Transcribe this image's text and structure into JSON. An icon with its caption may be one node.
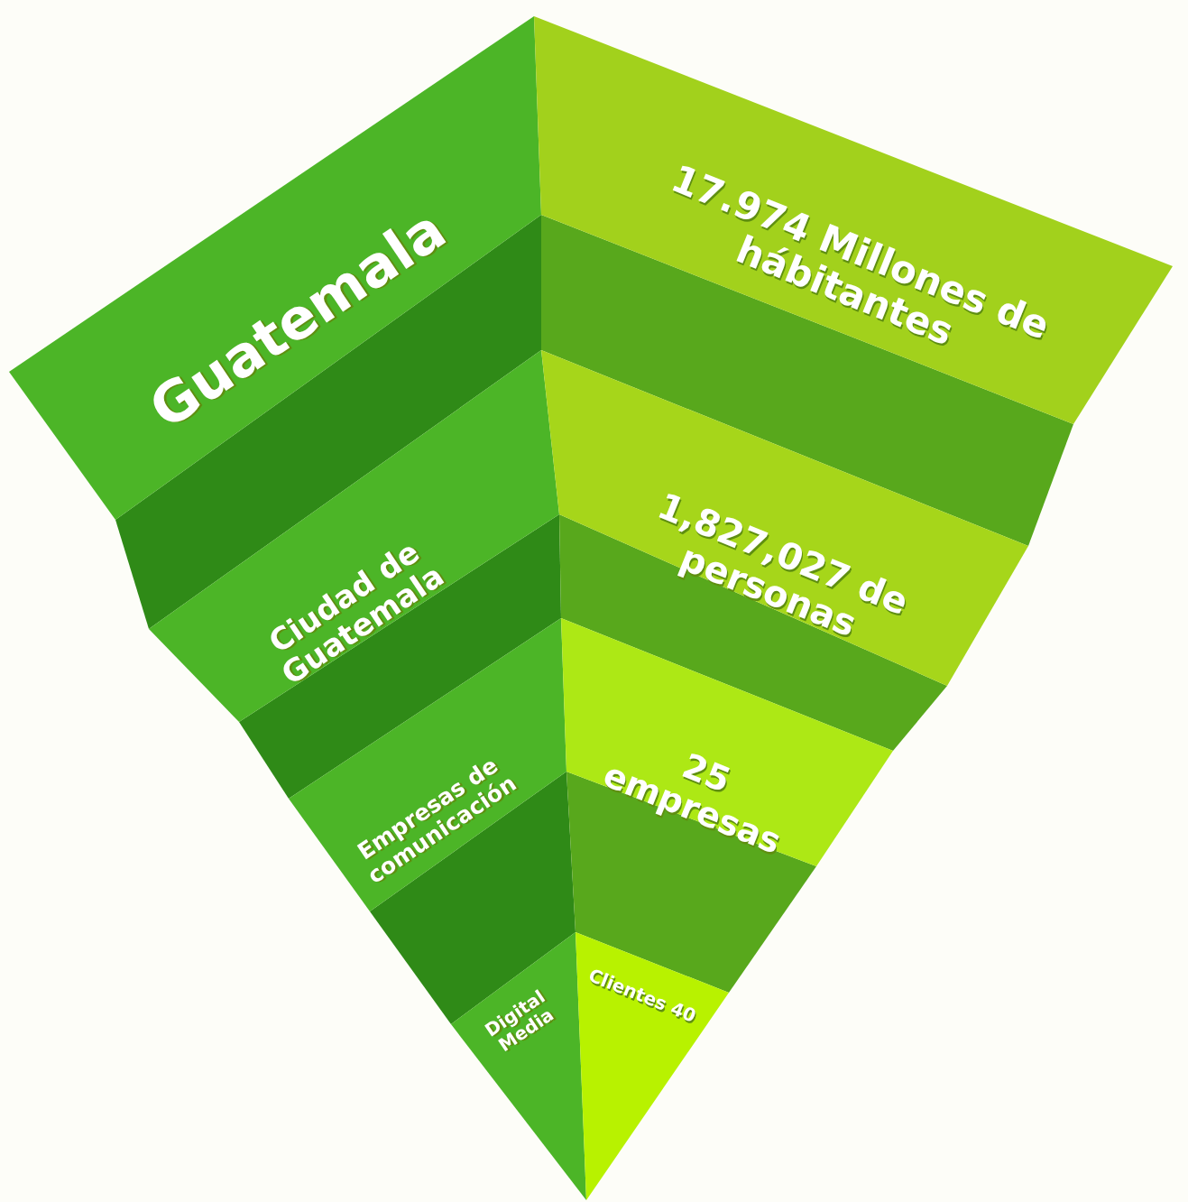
{
  "diagram": {
    "nodes": [
      {
        "text": [
          "Guatemala"
        ]
      },
      {
        "text": [
          "17.974 Millones de hábitantes"
        ]
      },
      {
        "text": [
          "Ciudad de Guatemala"
        ]
      },
      {
        "text": [
          "1,827,027 de personas"
        ]
      },
      {
        "text": [
          "Empresas de comunicación"
        ]
      },
      {
        "text": [
          "25 empresas"
        ]
      },
      {
        "text": [
          "Digital Media"
        ]
      },
      {
        "text": [
          "Clientes 40"
        ]
      }
    ]
  }
}
